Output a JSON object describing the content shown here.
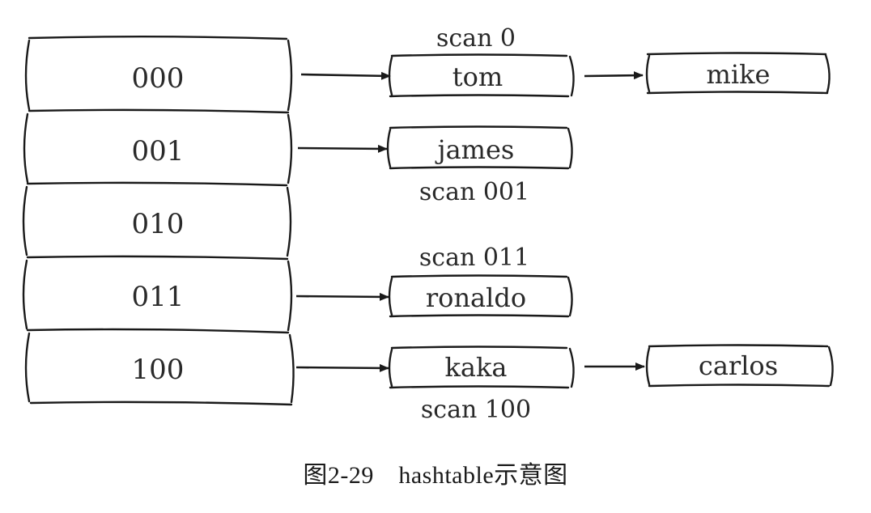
{
  "buckets": [
    "000",
    "001",
    "010",
    "011",
    "100"
  ],
  "chains": [
    {
      "bucket": "000",
      "nodes": [
        "tom",
        "mike"
      ]
    },
    {
      "bucket": "001",
      "nodes": [
        "james"
      ]
    },
    {
      "bucket": "011",
      "nodes": [
        "ronaldo"
      ]
    },
    {
      "bucket": "100",
      "nodes": [
        "kaka",
        "carlos"
      ]
    }
  ],
  "scan_labels": [
    "scan 0",
    "scan 001",
    "scan 011",
    "scan 100"
  ],
  "caption": "图2-29　hashtable示意图",
  "colors": {
    "ink": "#1a1a1a",
    "background": "#ffffff"
  }
}
